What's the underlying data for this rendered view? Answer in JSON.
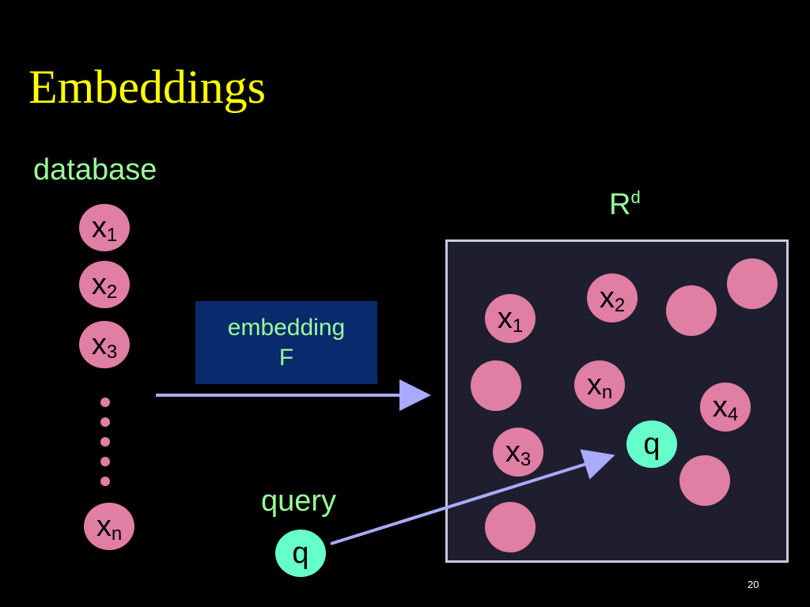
{
  "slide": {
    "title": "Embeddings",
    "page_number": "20"
  },
  "database": {
    "label": "database",
    "items": [
      {
        "base": "x",
        "sub": "1"
      },
      {
        "base": "x",
        "sub": "2"
      },
      {
        "base": "x",
        "sub": "3"
      },
      {
        "base": "x",
        "sub": "n"
      }
    ]
  },
  "embedding": {
    "line1": "embedding",
    "line2": "F"
  },
  "space": {
    "label_base": "R",
    "label_sup": "d",
    "points": [
      {
        "base": "x",
        "sub": "1"
      },
      {
        "base": "x",
        "sub": "2"
      },
      {
        "base": "x",
        "sub": "n"
      },
      {
        "base": "x",
        "sub": "4"
      },
      {
        "base": "x",
        "sub": "3"
      }
    ],
    "query_point": "q"
  },
  "query": {
    "label": "query",
    "symbol": "q"
  },
  "colors": {
    "title": "#ffff00",
    "label_green": "#99ff99",
    "circle_pink": "#e07ea3",
    "query_green": "#66ffcc",
    "embedding_box": "#0a2a6e",
    "arrow": "#aaaaff"
  }
}
